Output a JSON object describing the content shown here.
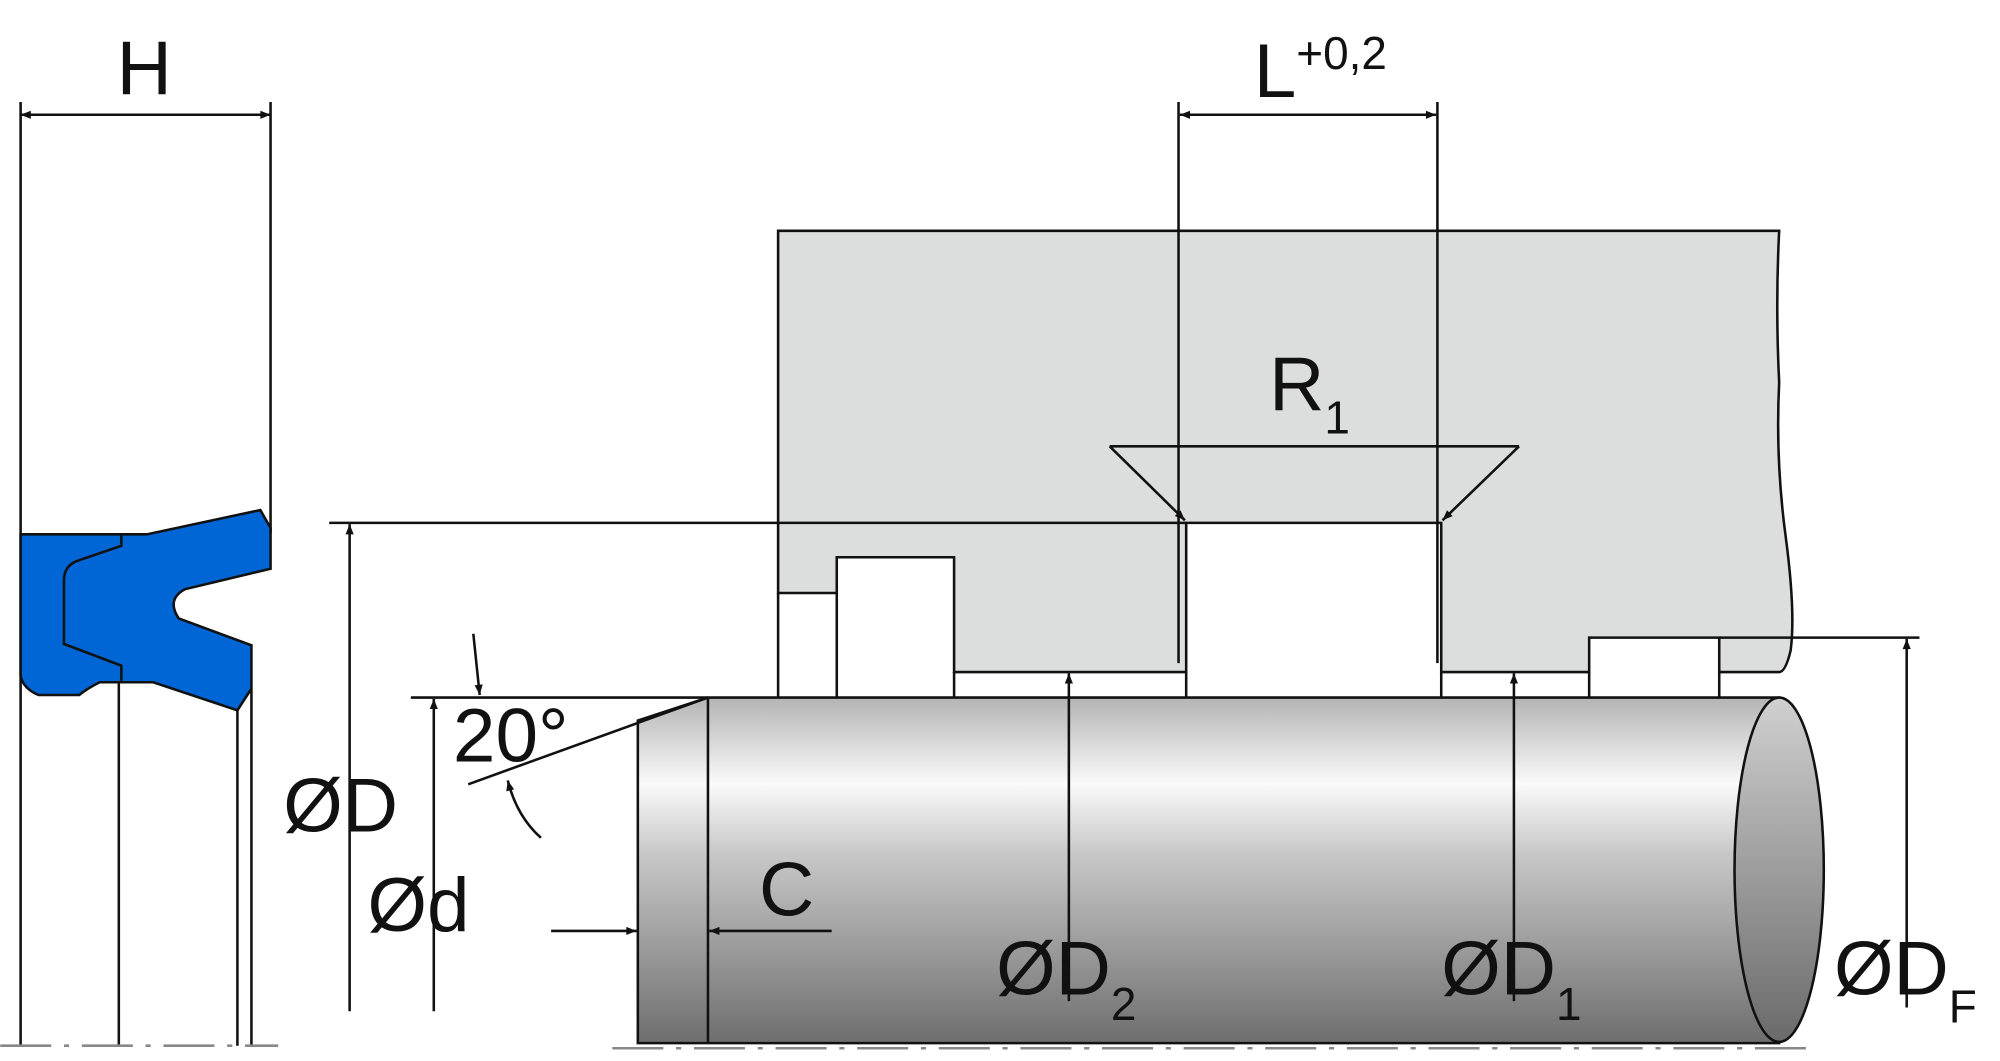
{
  "drawing": {
    "labels": {
      "H": "H",
      "L": "L",
      "L_tolerance": "+0,2",
      "R": "R",
      "R_sub": "1",
      "angle": "20°",
      "C": "C",
      "D": "ØD",
      "d": "Ød",
      "D2": "ØD",
      "D2_sub": "2",
      "D1": "ØD",
      "D1_sub": "1",
      "DF": "ØD",
      "DF_sub": "F"
    },
    "colors": {
      "seal": "#0066d6",
      "housing": "#dcdddd",
      "outline": "#111111"
    }
  }
}
